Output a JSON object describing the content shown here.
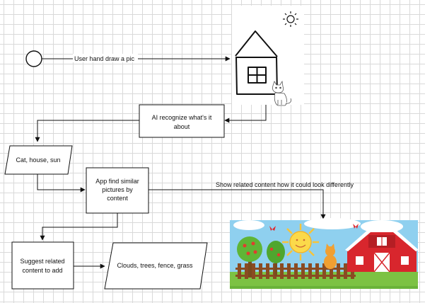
{
  "diagram": {
    "start_label": "User hand draw a pic",
    "recognize": [
      "AI recognize what's it",
      "about"
    ],
    "tags": "Cat, house, sun",
    "find_similar": [
      "App find similar",
      "pictures by",
      "content"
    ],
    "show_related": "Show related content how it could look differently",
    "suggest": [
      "Suggest related",
      "content to add"
    ],
    "suggestions": "Clouds, trees, fence, grass"
  },
  "images": {
    "sketch": "hand-drawn house with sun and cat",
    "farm": "cartoon farm with barn, trees, fence and cat"
  },
  "colors": {
    "line": "#111111",
    "grid": "#d9d9d9",
    "sky": "#8fd0ef",
    "grass": "#7cc243",
    "barn": "#d8262d",
    "fence": "#8a4b22"
  }
}
